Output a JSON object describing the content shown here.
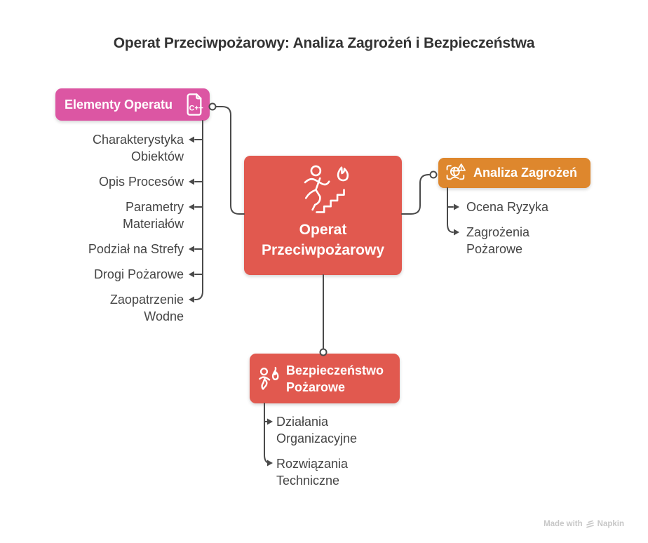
{
  "title": "Operat Przeciwpożarowy: Analiza Zagrożeń i Bezpieczeństwa",
  "center_node": {
    "label": "Operat\nPrzeciwpożarowy",
    "color": "#E1594F",
    "icon": "evacuation-stairs-fire-icon"
  },
  "branches": {
    "elements": {
      "label": "Elementy Operatu",
      "color": "#DC56A3",
      "icon": "code-document-icon",
      "items": [
        "Charakterystyka\nObiektów",
        "Opis Procesów",
        "Parametry\nMateriałów",
        "Podział na Strefy",
        "Drogi Pożarowe",
        "Zaopatrzenie\nWodne"
      ]
    },
    "analysis": {
      "label": "Analiza Zagrożeń",
      "color": "#DE872D",
      "icon": "hazard-face-scan-icon",
      "items": [
        "Ocena Ryzyka",
        "Zagrożenia\nPożarowe"
      ]
    },
    "safety": {
      "label": "Bezpieczeństwo\nPożarowe",
      "color": "#E1594F",
      "icon": "running-person-fire-icon",
      "items": [
        "Działania\nOrganizacyjne",
        "Rozwiązania\nTechniczne"
      ]
    }
  },
  "colors": {
    "connector": "#4A4A4A",
    "item_text": "#454545",
    "title_text": "#333333",
    "background": "#FFFFFF"
  },
  "watermark": {
    "prefix": "Made with",
    "brand": "Napkin"
  }
}
